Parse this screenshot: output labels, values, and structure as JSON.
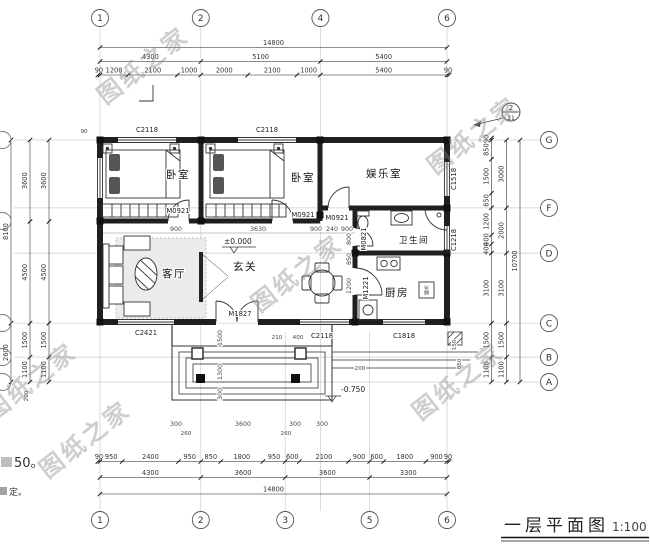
{
  "watermark": {
    "text": "图纸之家"
  },
  "title": {
    "name": "一层平面图",
    "scale": "1:100"
  },
  "notes": {
    "line1": "50。",
    "line2": "定。"
  },
  "callout": {
    "num": "2",
    "sheet": "11"
  },
  "grids": {
    "top": [
      "1",
      "2",
      "4",
      "6"
    ],
    "bottom": [
      "1",
      "2",
      "3",
      "5",
      "6"
    ],
    "right": [
      "G",
      "F",
      "D",
      "C",
      "B",
      "A"
    ]
  },
  "rooms": {
    "bedroom1": "卧室",
    "bedroom2": "卧室",
    "recreation": "娱乐室",
    "living": "客厅",
    "foyer": "玄关",
    "kitchen": "厨房",
    "bathroom": "卫生间"
  },
  "openings": {
    "window_top_left": "C2118",
    "window_top_mid": "C2118",
    "window_right_upper": "C1518",
    "window_right_lower": "C1218",
    "window_bottom_living": "C2421",
    "window_bottom_dining": "C2118",
    "window_bottom_kitchen": "C1818",
    "door_bed1": "M0921",
    "door_bed2": "M0921",
    "door_recreation": "M0921",
    "door_entry": "M1827",
    "door_bath": "M0821",
    "door_kitchen": "M1221"
  },
  "levels": {
    "floor": "±0.000",
    "porch": "-0.750"
  },
  "appliances": {
    "fridge": "冰箱"
  },
  "dims": {
    "top_fine": [
      "90",
      "1200",
      "2100",
      "1000",
      "2000",
      "2100",
      "1000",
      "5400",
      "90"
    ],
    "top_mid": [
      "4300",
      "5100",
      "5400"
    ],
    "top_total": [
      "14800"
    ],
    "bottom_fine": [
      "90",
      "950",
      "2400",
      "950",
      "850",
      "1800",
      "950",
      "600",
      "2100",
      "900",
      "600",
      "1800",
      "900",
      "90"
    ],
    "bottom_mid": [
      "4300",
      "3600",
      "3600",
      "3300"
    ],
    "bottom_total": [
      "14800"
    ],
    "right_fine": [
      "90",
      "850",
      "1500",
      "650",
      "1200",
      "400",
      "400",
      "3100",
      "1500",
      "1100"
    ],
    "right_mid": [
      "3000",
      "2000",
      "3100",
      "1500",
      "1100"
    ],
    "right_total": [
      "10700"
    ],
    "left_inner": [
      "3600",
      "4500",
      "1500",
      "1100"
    ],
    "left_mid": [
      "3600",
      "4500",
      "1500",
      "1100"
    ],
    "left_total": [
      "8100",
      "2600"
    ],
    "left_offset": "90",
    "left_bottom": "200",
    "interior_row": [
      "900",
      "3630",
      "900",
      "240",
      "900"
    ],
    "kitchen_col": [
      "800",
      "850",
      "1200"
    ],
    "porch_col": [
      "1500",
      "1300",
      "300"
    ],
    "porch_row": [
      "300",
      "3600",
      "300",
      "300"
    ],
    "porch_row2": [
      "260",
      "260"
    ],
    "porch_210": "210",
    "porch_400": "400",
    "porch_200": "200",
    "side_150": "150",
    "side_850": "850"
  }
}
